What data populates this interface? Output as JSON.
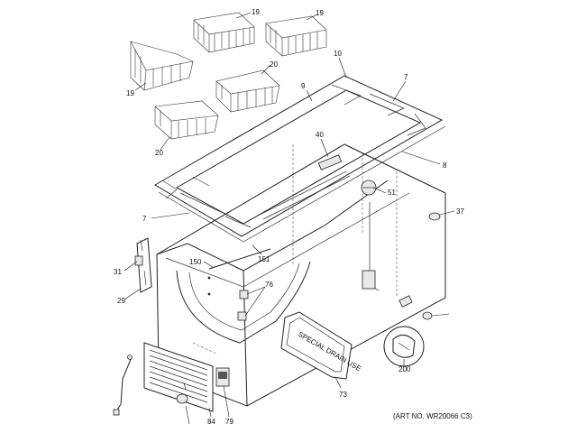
{
  "callouts": {
    "c19a": "19",
    "c19b": "19",
    "c19c": "19",
    "c20a": "20",
    "c20b": "20",
    "c10": "10",
    "c7a": "7",
    "c9": "9",
    "c40": "40",
    "c8": "8",
    "c51": "51",
    "c37": "37",
    "c7b": "7",
    "c150": "150",
    "c151": "151",
    "c31": "31",
    "c29": "29",
    "c76": "76",
    "c73": "73",
    "c200": "200",
    "c84": "84",
    "c79": "79"
  },
  "panel_label": "SPECIAL DRAIN USE",
  "art_number": "(ART NO. WR20066 C3)"
}
